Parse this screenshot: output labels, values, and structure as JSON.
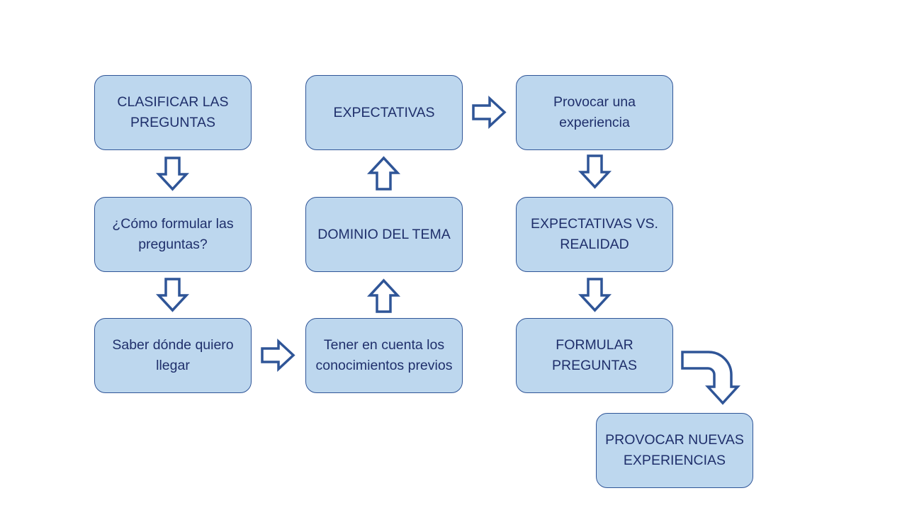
{
  "boxes": {
    "clasificar": "CLASIFICAR LAS PREGUNTAS",
    "como_formular": "¿Cómo formular las preguntas?",
    "saber_donde": "Saber dónde quiero llegar",
    "expectativas": "EXPECTATIVAS",
    "dominio": "DOMINIO DEL TEMA",
    "tener_en_cuenta": "Tener en cuenta los conocimientos previos",
    "provocar_experiencia": "Provocar una experiencia",
    "expectativas_vs": "EXPECTATIVAS VS. REALIDAD",
    "formular": "FORMULAR PREGUNTAS",
    "provocar_nuevas": "PROVOCAR NUEVAS EXPERIENCIAS"
  },
  "colors": {
    "box_fill": "#bdd7ee",
    "box_border": "#2f5597",
    "text": "#1f2f6b",
    "arrow_outline": "#2f5597"
  }
}
